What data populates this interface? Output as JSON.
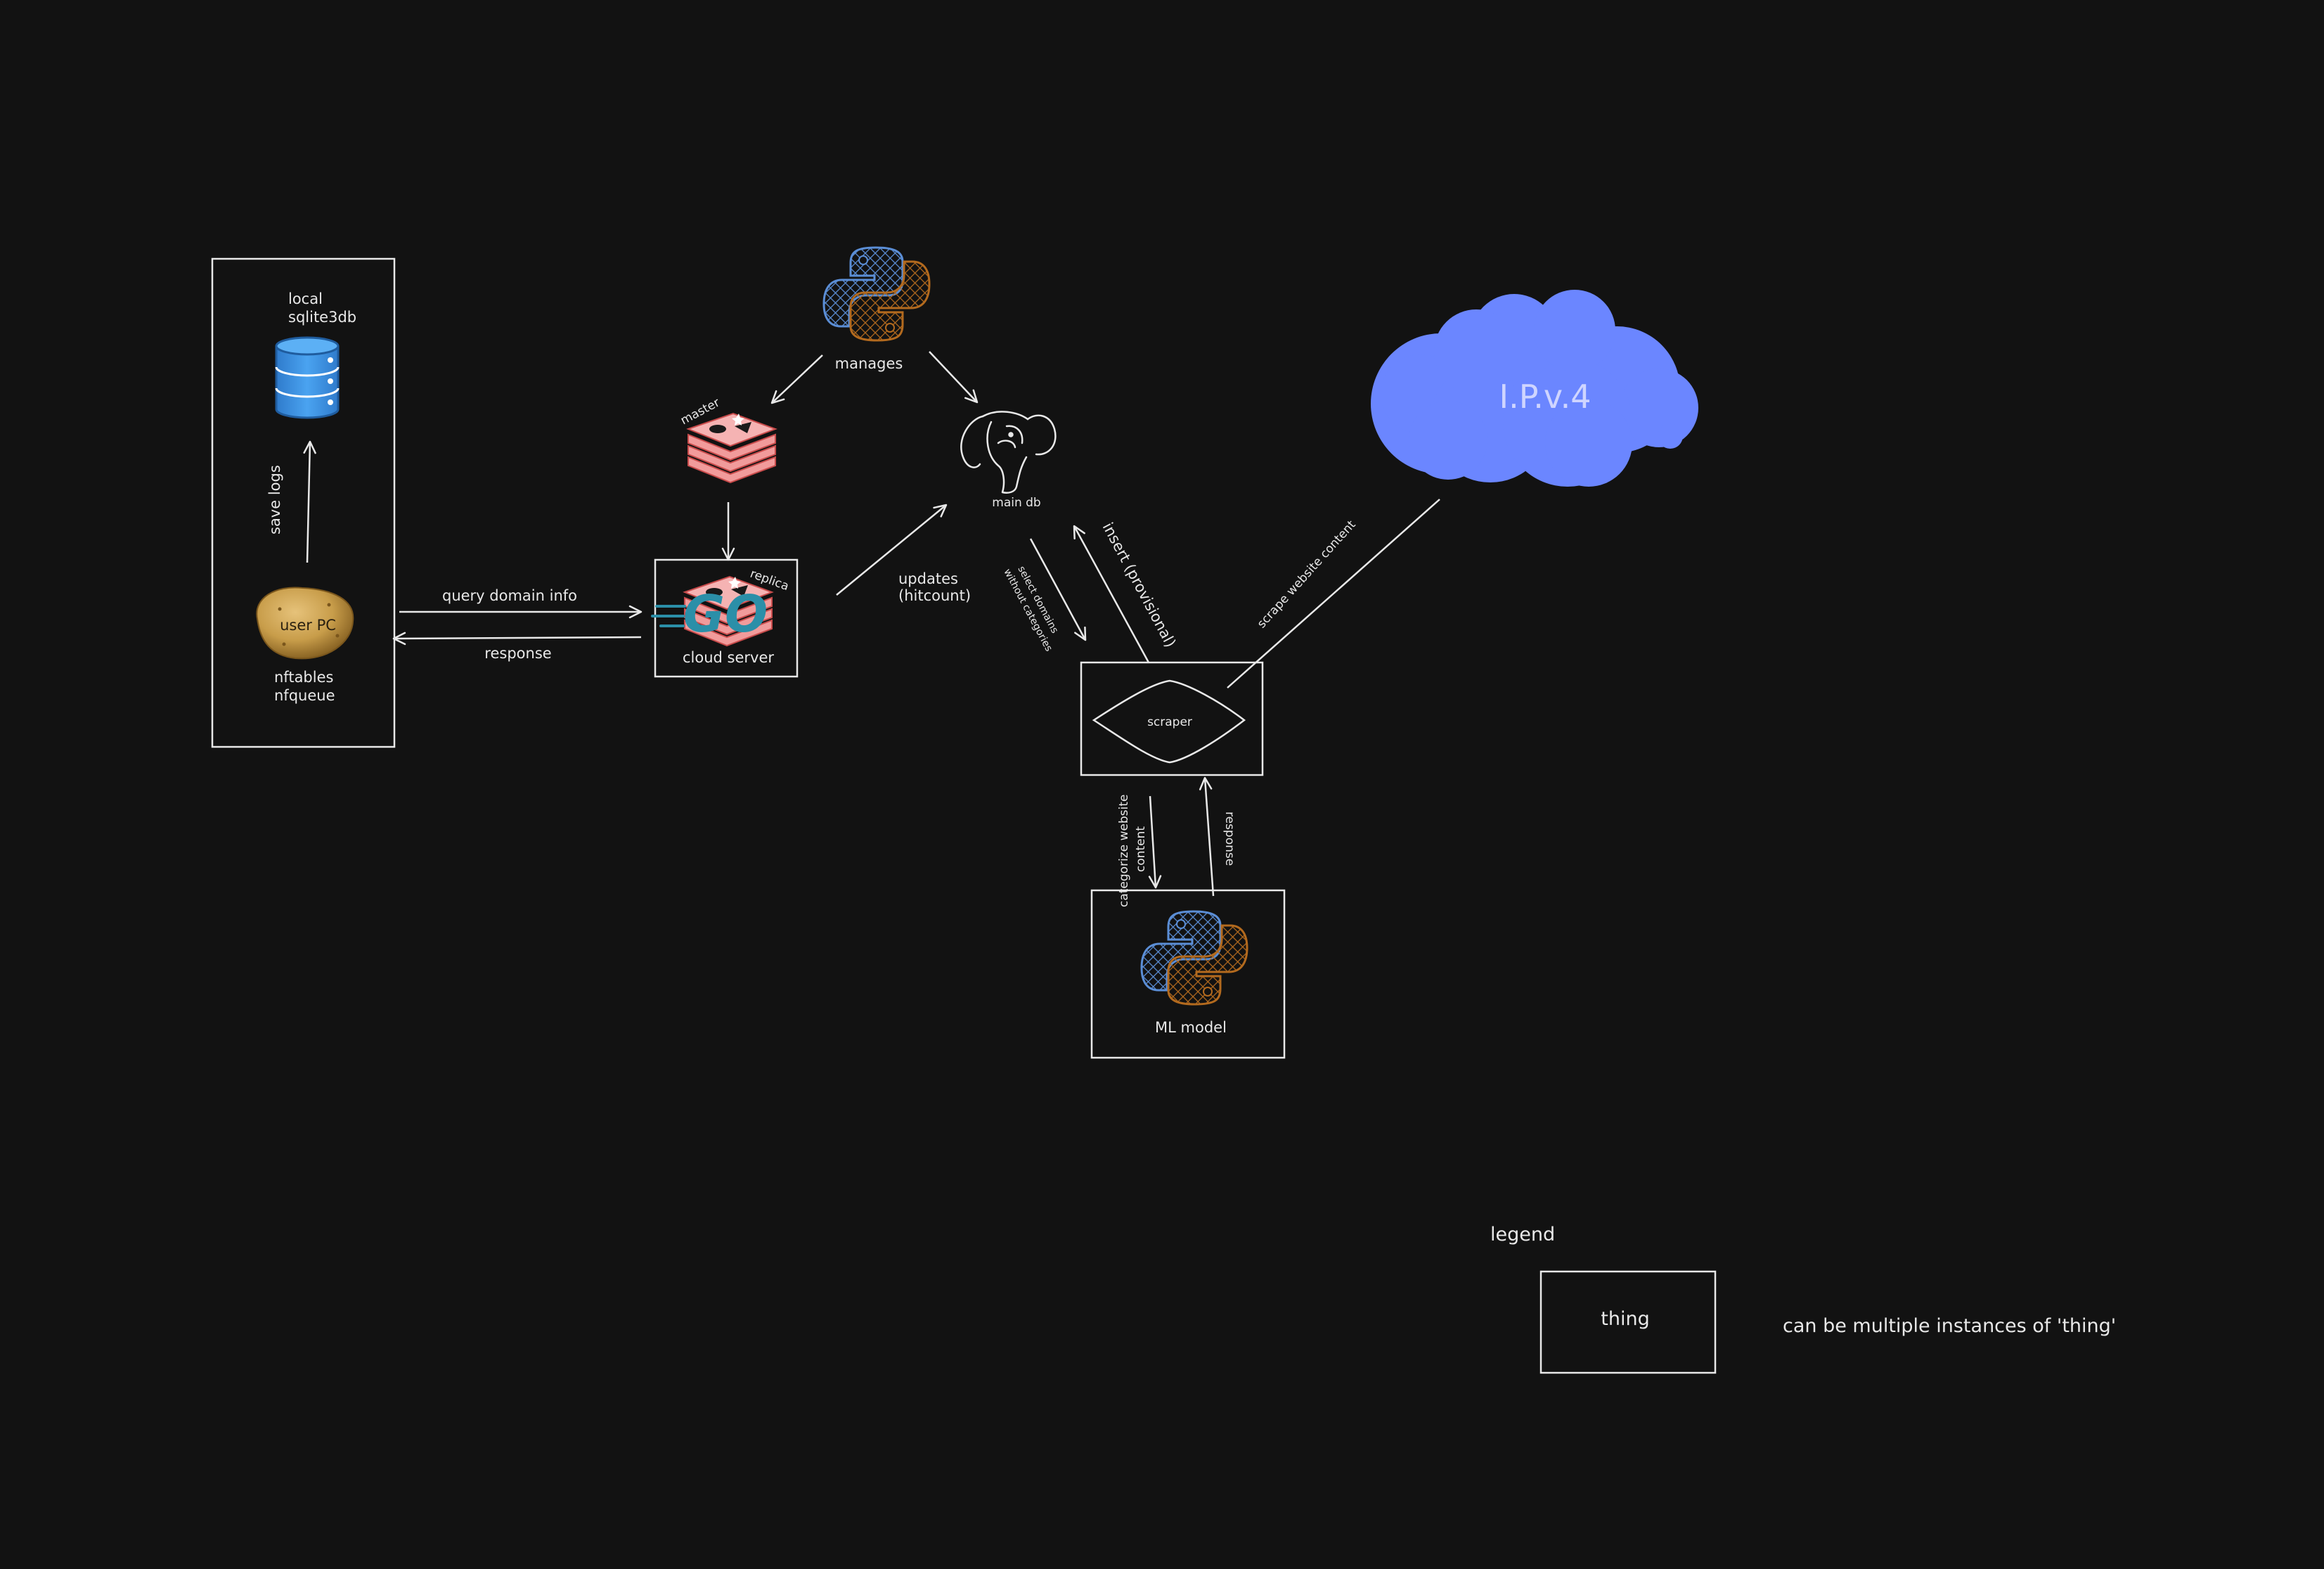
{
  "colors": {
    "background": "#121212",
    "stroke": "#e8e8e8",
    "cloud": "#6b86ff",
    "cloud_text": "#cfd5ff",
    "db_blue": "#3a8ee0",
    "redis_red": "#f19b9b",
    "go_teal": "#2b8fa8",
    "python_blue": "#5b8ed6",
    "python_orange": "#b36a1e",
    "potato": "#c89d4a"
  },
  "icons": {
    "local_db": "database-cylinder-icon",
    "user_pc": "potato-icon",
    "manager": "python-logo-icon",
    "master": "redis-logo-icon",
    "cloud_server": "go-redis-logo-icon",
    "main_db": "postgresql-elephant-icon",
    "ml_model": "python-logo-icon",
    "internet": "cloud-icon"
  },
  "user_box": {
    "db_label_1": "local",
    "db_label_2": "sqlite3db",
    "save_logs": "save logs",
    "pc_label": "user PC",
    "sub_1": "nftables",
    "sub_2": "nfqueue"
  },
  "edges": {
    "query": "query domain info",
    "response": "response",
    "updates_1": "updates",
    "updates_2": "(hitcount)",
    "select_1": "select domains",
    "select_2": "without categories",
    "insert": "insert (provisional)",
    "scrape": "scrape website content",
    "categorize_1": "categorize website",
    "categorize_2": "content",
    "ml_response": "response"
  },
  "nodes": {
    "manages": "manages",
    "master": "master",
    "replica": "replica",
    "cloud_server": "cloud server",
    "main_db": "main db",
    "scraper": "scraper",
    "ml_model": "ML model",
    "cloud": "I.P.v.4"
  },
  "legend": {
    "title": "legend",
    "thing": "thing",
    "description": "can be multiple instances of 'thing'"
  }
}
